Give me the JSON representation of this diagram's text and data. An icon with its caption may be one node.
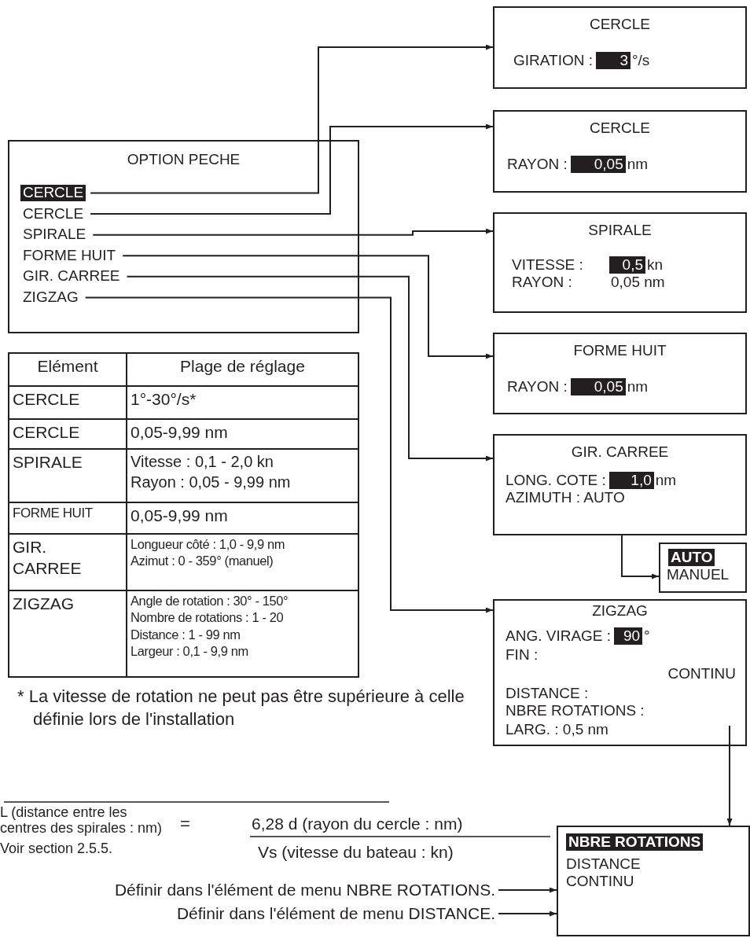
{
  "diagram": {
    "nodes": [
      {
        "text": [
          "OPTION PECHE"
        ]
      },
      {
        "text": [
          "CERCLE"
        ],
        "in": 0
      },
      {
        "text": [
          "CERCLE"
        ],
        "in": 0
      },
      {
        "text": [
          "SPIRALE"
        ],
        "in": 0
      },
      {
        "text": [
          "FORME HUIT"
        ],
        "in": 0
      },
      {
        "text": [
          "GIR. CARREE"
        ],
        "in": 0
      },
      {
        "text": [
          "ZIGZAG"
        ],
        "in": 0
      },
      {
        "text": [
          "CERCLE",
          "GIRATION :",
          "3",
          "°/s"
        ]
      },
      {
        "text": [
          "CERCLE",
          "RAYON :",
          "0,05",
          "nm"
        ]
      },
      {
        "text": [
          "SPIRALE",
          "VITESSE :",
          "0,5",
          "kn",
          "RAYON :",
          "0,05 nm"
        ]
      },
      {
        "text": [
          "FORME HUIT",
          "RAYON :",
          "0,05",
          "nm"
        ]
      },
      {
        "text": [
          "GIR. CARREE",
          "LONG. COTE :",
          "1,0",
          "nm",
          "AZIMUTH : AUTO"
        ]
      },
      {
        "text": [
          "AUTO",
          "MANUEL"
        ]
      },
      {
        "text": [
          "ZIGZAG",
          "ANG. VIRAGE :",
          "90",
          "°",
          "FIN :",
          "CONTINU",
          "DISTANCE :",
          "NBRE ROTATIONS :",
          "LARG. : 0,5 nm"
        ]
      },
      {
        "text": [
          "NBRE ROTATIONS",
          "DISTANCE",
          "CONTINU"
        ]
      },
      {
        "text": [
          "Définir dans l'élément de menu NBRE ROTATIONS."
        ]
      },
      {
        "text": [
          "Définir dans l'élément de menu DISTANCE."
        ]
      }
    ],
    "edges": [
      {
        "from": 1,
        "to": 7,
        "arrow": "to"
      },
      {
        "from": 2,
        "to": 8,
        "arrow": "to"
      },
      {
        "from": 3,
        "to": 9,
        "arrow": "to"
      },
      {
        "from": 4,
        "to": 10,
        "arrow": "to"
      },
      {
        "from": 5,
        "to": 11,
        "arrow": "to"
      },
      {
        "from": 6,
        "to": 13,
        "arrow": "to"
      },
      {
        "from": 11,
        "to": 12,
        "arrow": "to"
      },
      {
        "from": 13,
        "to": 14,
        "arrow": "to"
      },
      {
        "from": 15,
        "to": 14,
        "arrow": "to"
      },
      {
        "from": 16,
        "to": 14,
        "arrow": "to"
      }
    ],
    "labels": [
      "Elément",
      "Plage de réglage",
      "CERCLE",
      "1°-30°/s*",
      "CERCLE",
      "0,05-9,99 nm",
      "SPIRALE",
      "Vitesse : 0,1 - 2,0 kn",
      "Rayon : 0,05 - 9,99 nm",
      "FORME HUIT",
      "0,05-9,99 nm",
      "GIR. CARREE",
      "Longueur côté : 1,0 - 9,9 nm",
      "Azimut : 0 - 359° (manuel)",
      "ZIGZAG",
      "Angle de rotation : 30° - 150°",
      "Nombre de rotations : 1 - 20",
      "Distance : 1 - 99 nm",
      "Largeur : 0,1 - 9,9 nm",
      "* La vitesse de rotation ne peut pas être supérieure à celle définie lors de l'installation",
      "L (distance entre les centres des spirales : nm)",
      "=",
      "6,28 d (rayon du cercle : nm)",
      "Vs (vitesse du bateau : kn)",
      "Voir section 2.5.5."
    ]
  }
}
